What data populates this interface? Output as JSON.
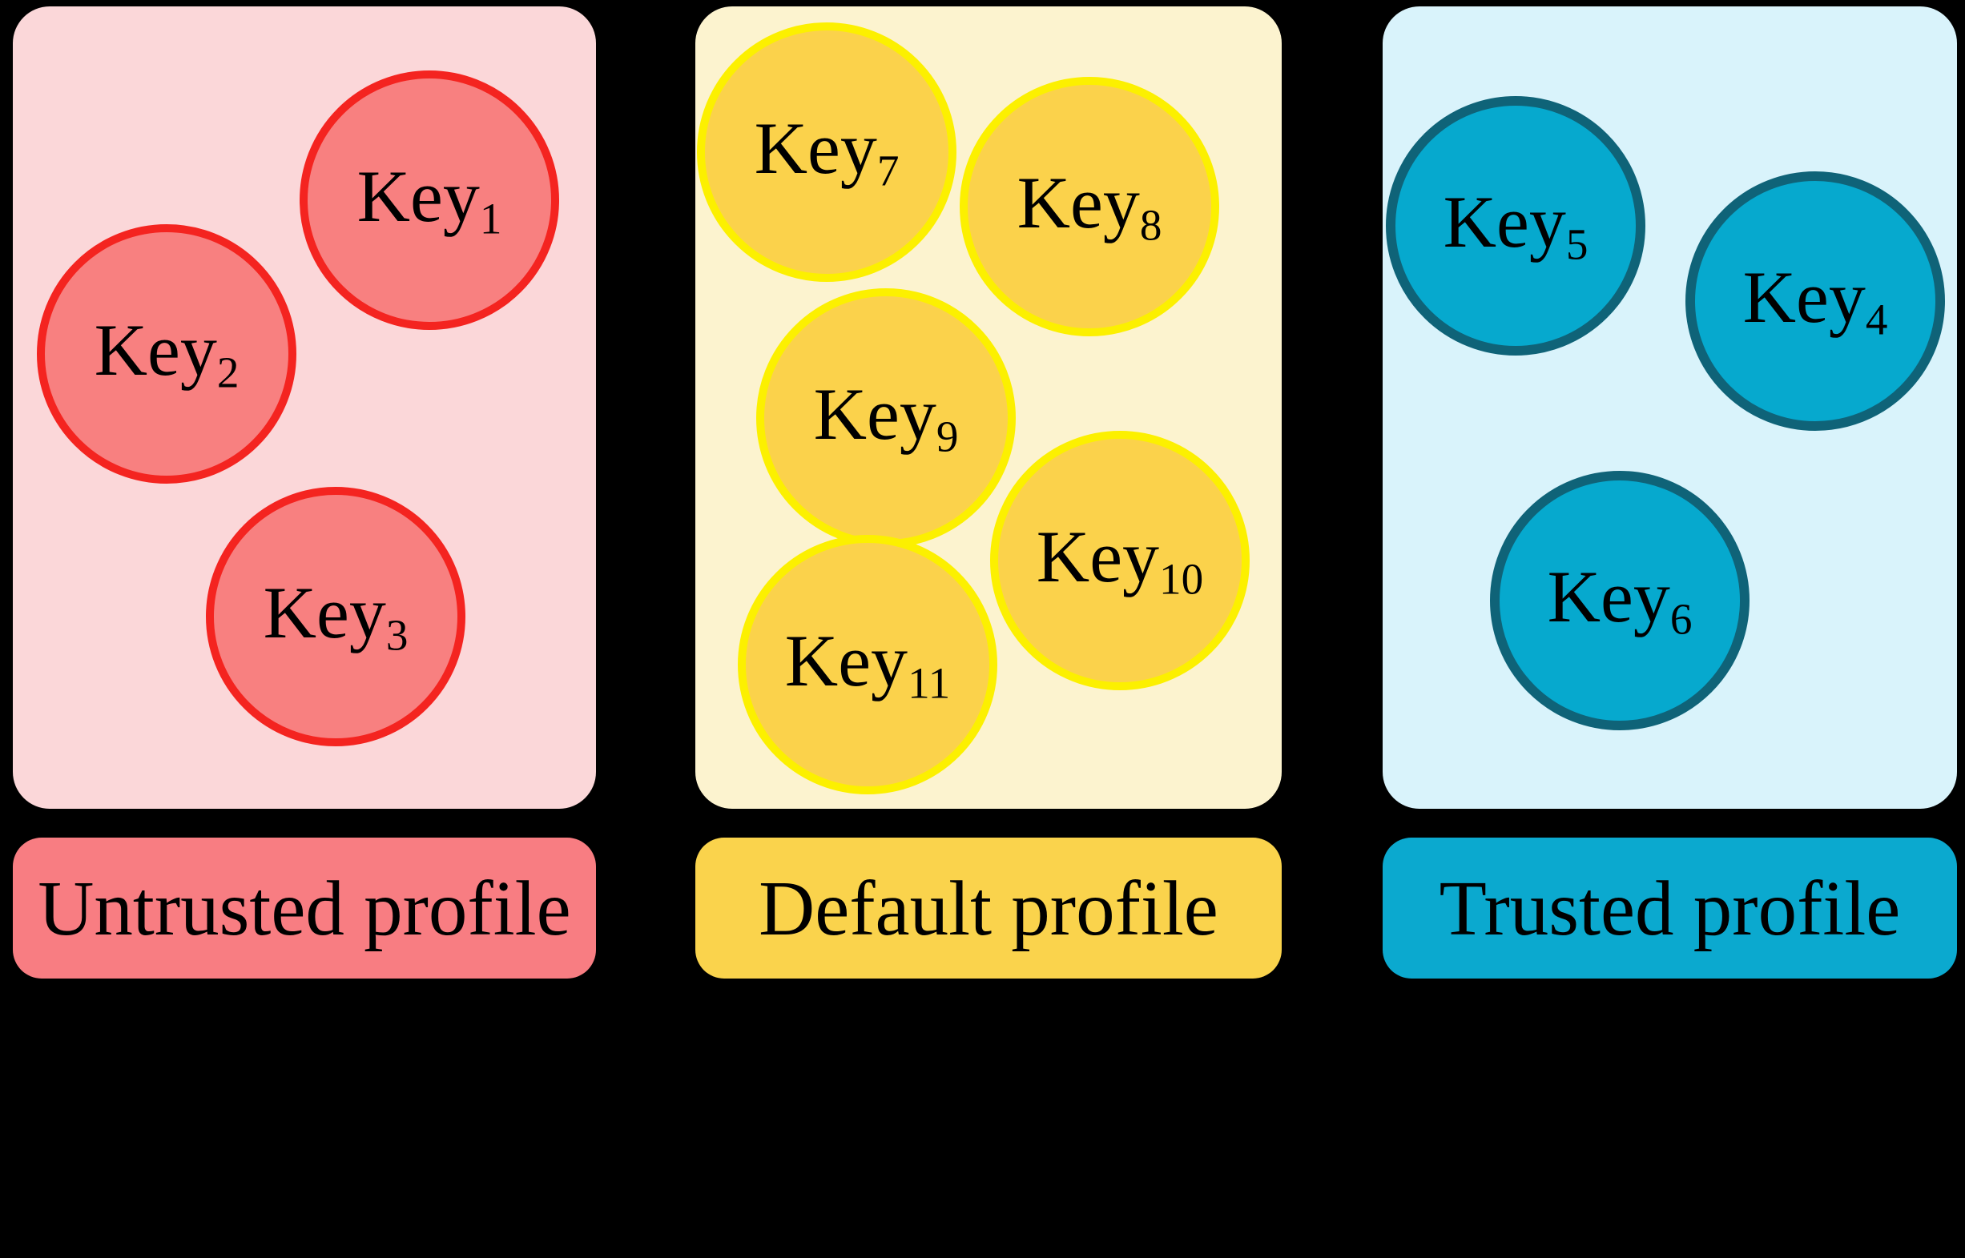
{
  "figure": {
    "type": "key-trust-profiles-diagram",
    "background_color": "#000000",
    "text_color": "#000000"
  },
  "profiles": [
    {
      "name": "untrusted",
      "label": "Untrusted profile",
      "panel_color": "#FBD7D9",
      "label_box_color": "#F87D82",
      "key_fill_color": "#F88080",
      "key_stroke_color": "#F42420",
      "keys": [
        {
          "base": "Key",
          "sub": "1"
        },
        {
          "base": "Key",
          "sub": "2"
        },
        {
          "base": "Key",
          "sub": "3"
        }
      ]
    },
    {
      "name": "default",
      "label": "Default profile",
      "panel_color": "#FCF3CF",
      "label_box_color": "#FAD34C",
      "key_fill_color": "#FBD24B",
      "key_stroke_color": "#FCF000",
      "keys": [
        {
          "base": "Key",
          "sub": "7"
        },
        {
          "base": "Key",
          "sub": "8"
        },
        {
          "base": "Key",
          "sub": "9"
        },
        {
          "base": "Key",
          "sub": "10"
        },
        {
          "base": "Key",
          "sub": "11"
        }
      ]
    },
    {
      "name": "trusted",
      "label": "Trusted profile",
      "panel_color": "#D9F3FB",
      "label_box_color": "#0BA9CF",
      "key_fill_color": "#06A9CE",
      "key_stroke_color": "#0F6378",
      "keys": [
        {
          "base": "Key",
          "sub": "5"
        },
        {
          "base": "Key",
          "sub": "4"
        },
        {
          "base": "Key",
          "sub": "6"
        }
      ]
    }
  ]
}
